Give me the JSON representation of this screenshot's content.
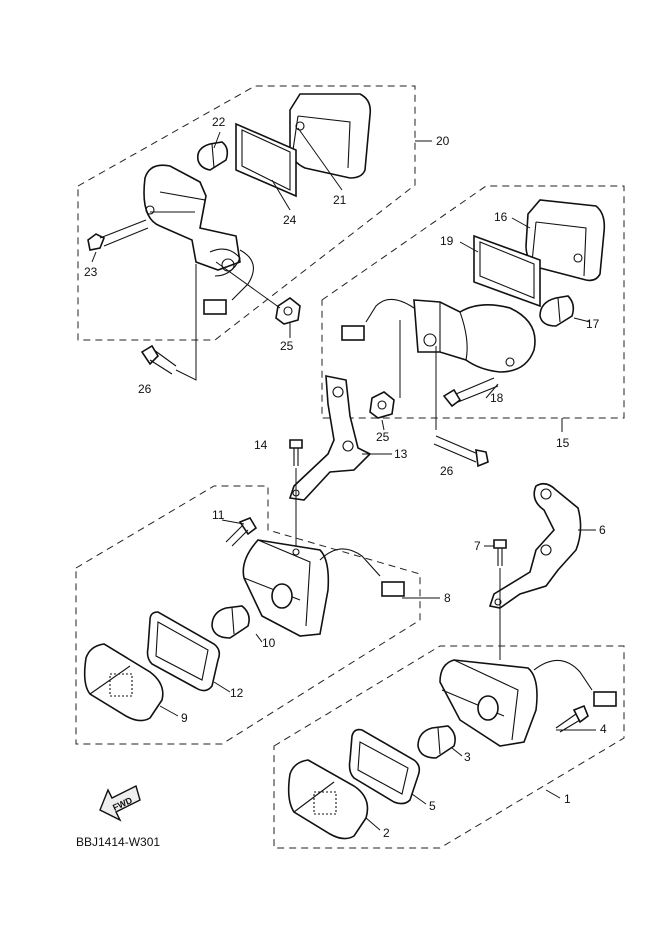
{
  "diagram_code": "BBJ1414-W301",
  "fwd_label": "FWD",
  "callouts": {
    "c1": "1",
    "c2": "2",
    "c3": "3",
    "c4": "4",
    "c5": "5",
    "c6": "6",
    "c7": "7",
    "c8": "8",
    "c9": "9",
    "c10": "10",
    "c11": "11",
    "c12": "12",
    "c13": "13",
    "c14": "14",
    "c15": "15",
    "c16": "16",
    "c17": "17",
    "c18": "18",
    "c19": "19",
    "c20": "20",
    "c21": "21",
    "c22": "22",
    "c23": "23",
    "c24": "24",
    "c25a": "25",
    "c25b": "25",
    "c26a": "26",
    "c26b": "26"
  }
}
